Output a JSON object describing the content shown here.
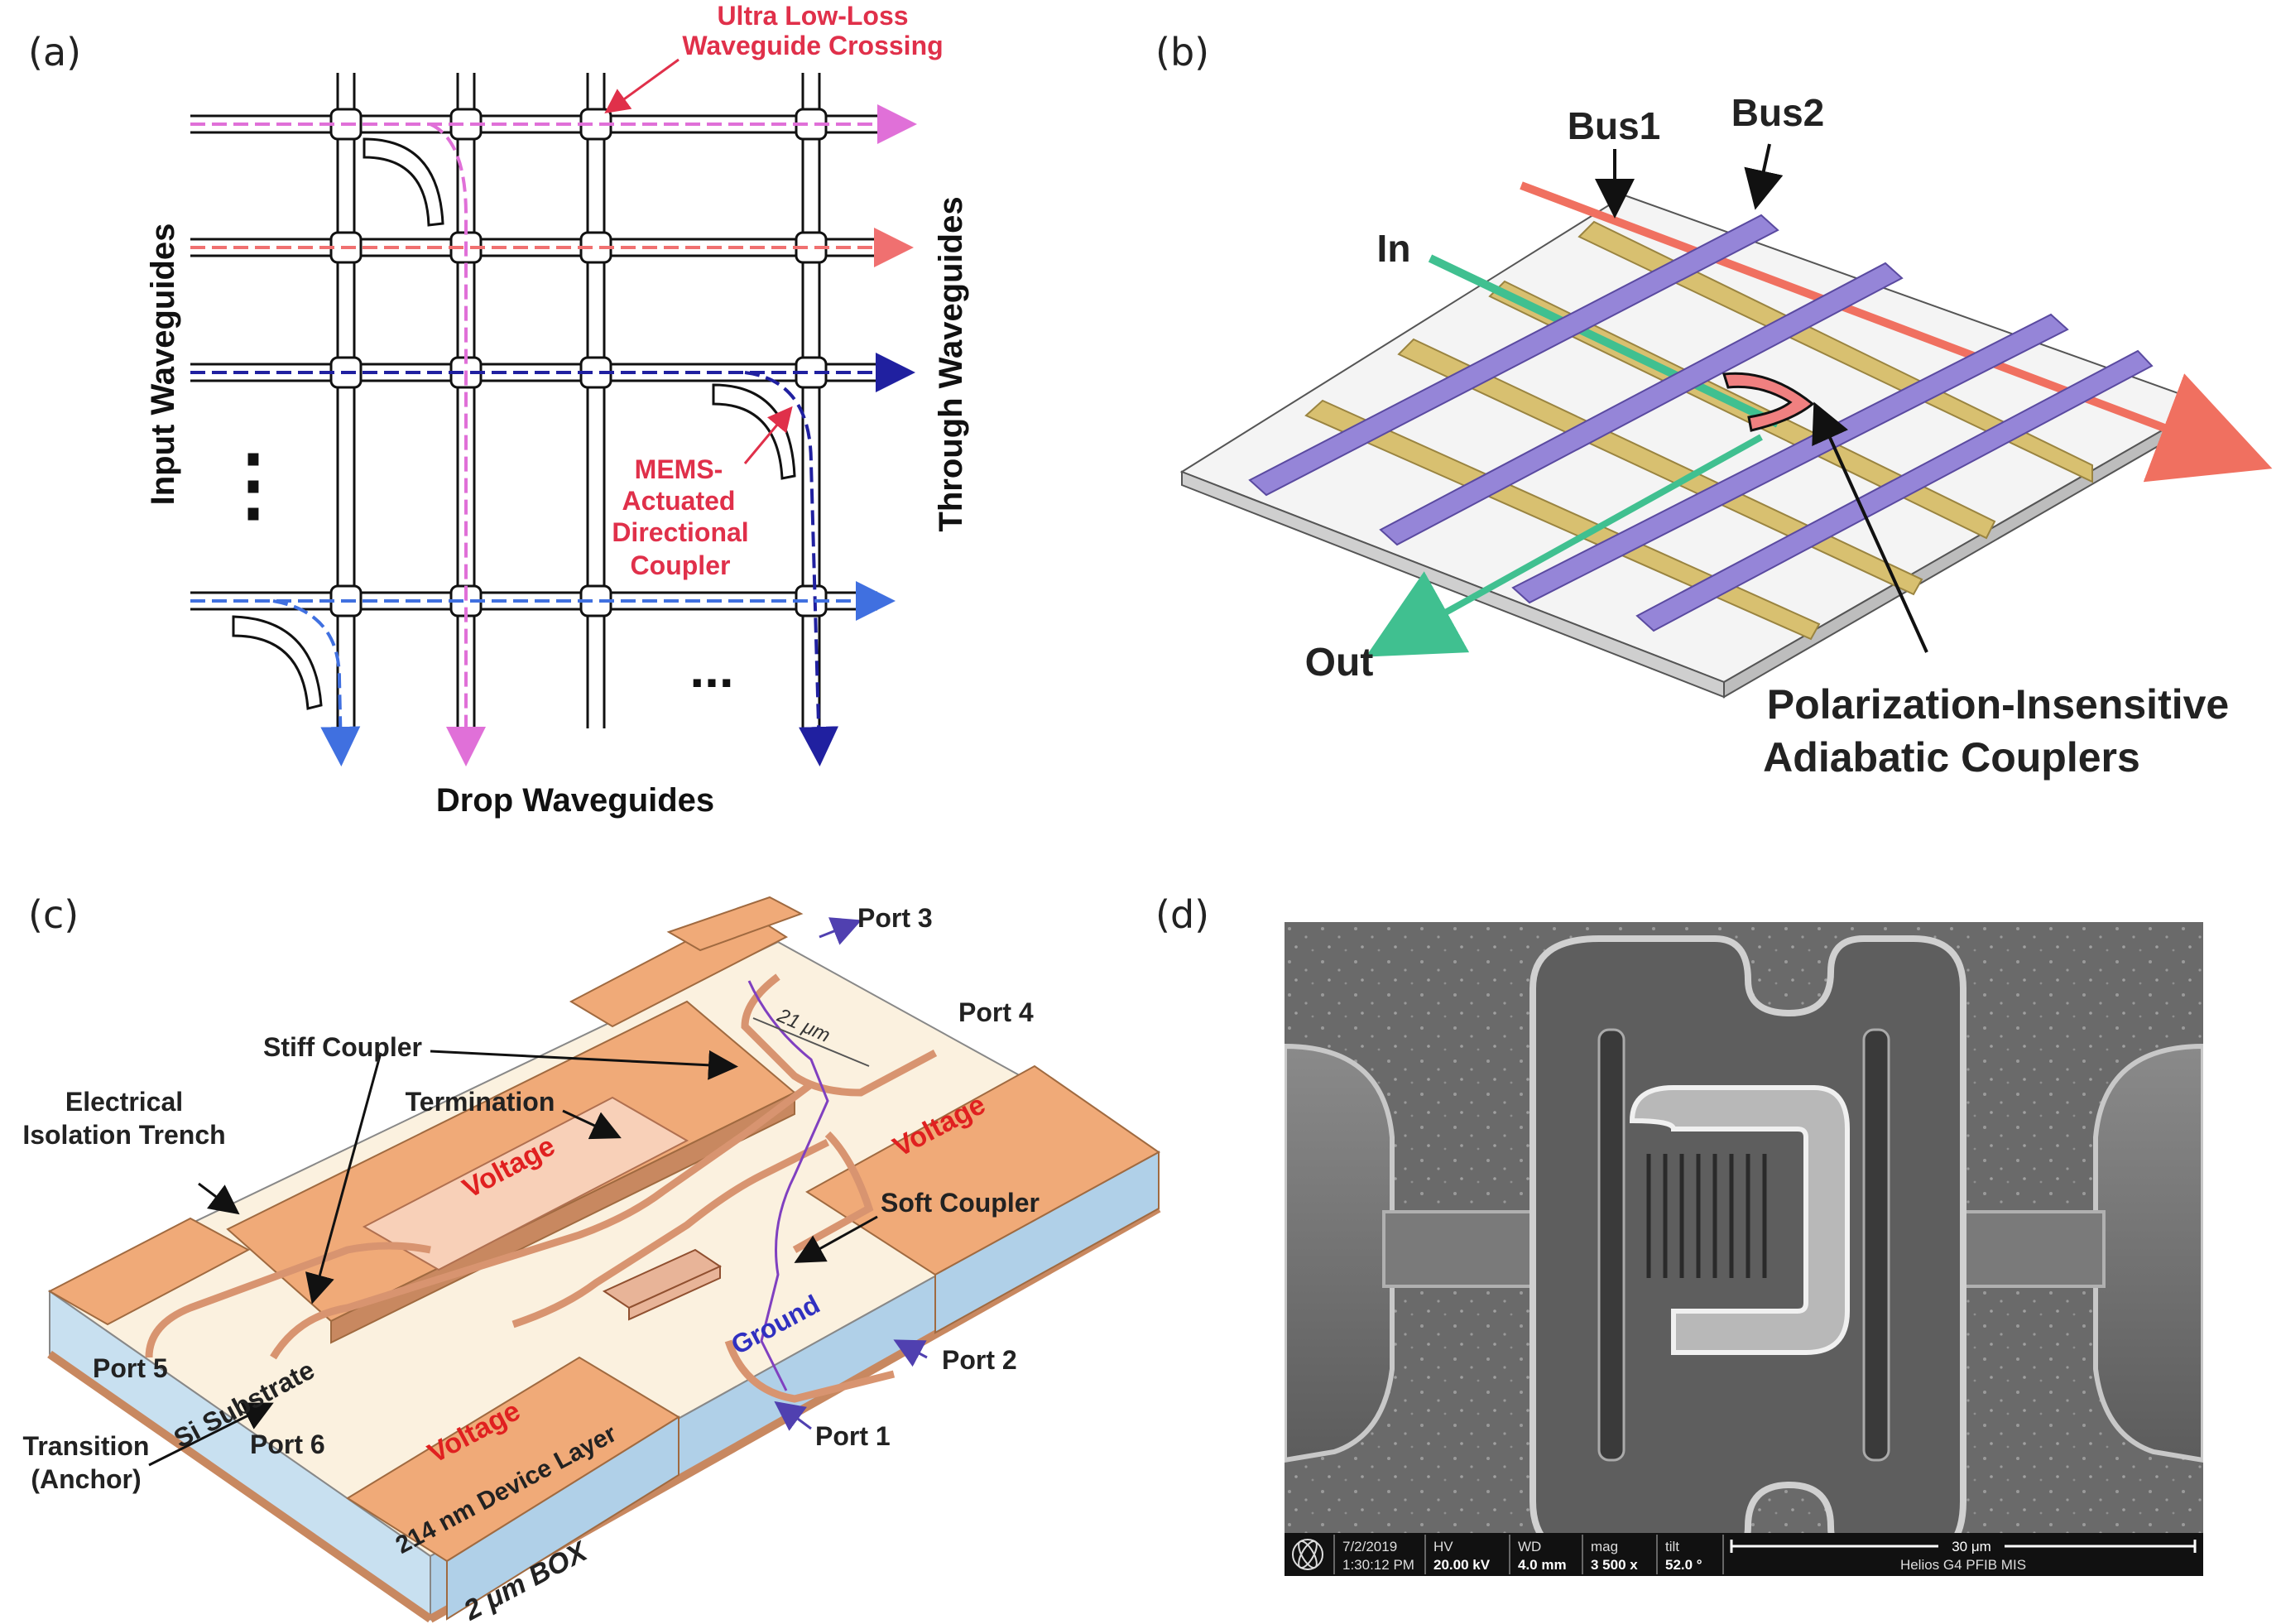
{
  "panels": {
    "a": {
      "letter": "(a)",
      "crossing_label_1": "Ultra Low-Loss",
      "crossing_label_2": "Waveguide Crossing",
      "input_label": "Input Waveguides",
      "through_label": "Through Waveguides",
      "drop_label": "Drop Waveguides",
      "mems_label_1": "MEMS-",
      "mems_label_2": "Actuated",
      "mems_label_3": "Directional",
      "mems_label_4": "Coupler",
      "ellipsis_vertical": "⋮",
      "ellipsis_horizontal": "...",
      "colors": {
        "label_red": "#e0304a",
        "magenta": "#e070d8",
        "salmon": "#f07070",
        "navy": "#2020a0",
        "blue": "#4070e0"
      }
    },
    "b": {
      "letter": "(b)",
      "bus1": "Bus1",
      "bus2": "Bus2",
      "in_label": "In",
      "out_label": "Out",
      "coupler_label_1": "Polarization-Insensitive",
      "coupler_label_2": "Adiabatic Couplers",
      "colors": {
        "bus": "#9585d8",
        "gold": "#d8c070",
        "red_beam": "#f07060",
        "green_beam": "#40c090"
      }
    },
    "c": {
      "letter": "(c)",
      "port1": "Port 1",
      "port2": "Port 2",
      "port3": "Port 3",
      "port4": "Port 4",
      "port5": "Port 5",
      "port6": "Port 6",
      "stiff_coupler": "Stiff Coupler",
      "termination": "Termination",
      "soft_coupler": "Soft Coupler",
      "trench_1": "Electrical",
      "trench_2": "Isolation Trench",
      "transition_1": "Transition",
      "transition_2": "(Anchor)",
      "voltage": "Voltage",
      "ground": "Ground",
      "si_substrate": "Si Substrate",
      "device_layer": "214 nm Device Layer",
      "box": "2 μm BOX",
      "dimension": "21 μm",
      "colors": {
        "pad": "#f0aa78",
        "pad_side": "#c88860",
        "box_blue": "#c8e0f0",
        "voltage_red": "#e02020",
        "ground_blue": "#3030c0",
        "waveguide_purple": "#8040c0"
      }
    },
    "d": {
      "letter": "(d)",
      "date": "7/2/2019",
      "time": "1:30:12 PM",
      "hv_label": "HV",
      "hv_value": "20.00 kV",
      "wd_label": "WD",
      "wd_value": "4.0 mm",
      "mag_label": "mag",
      "mag_value": "3 500 x",
      "tilt_label": "tilt",
      "tilt_value": "52.0 °",
      "scale": "30 μm",
      "instrument": "Helios G4 PFIB MIS"
    }
  }
}
